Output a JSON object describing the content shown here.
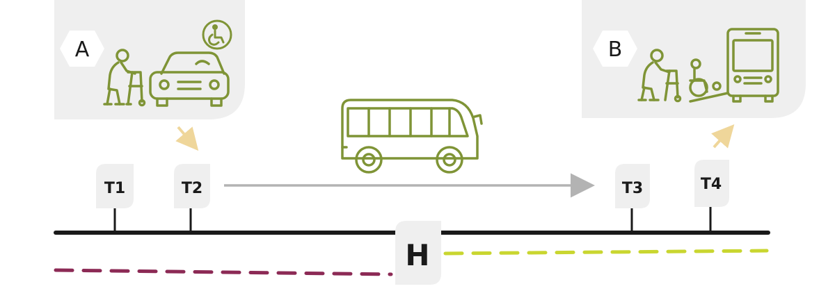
{
  "colors": {
    "background": "#ffffff",
    "panel": "#efefef",
    "icon_green": "#7f9436",
    "arrow_beige": "#efd69a",
    "arrow_grey": "#b3b3b3",
    "axis_black": "#1a1a1a",
    "dash_maroon": "#8c2a55",
    "dash_lime": "#c9d630"
  },
  "origin": {
    "badge": "A",
    "icons": [
      "elderly-walker-icon",
      "car-icon",
      "wheelchair-accessible-icon"
    ]
  },
  "destination": {
    "badge": "B",
    "icons": [
      "elderly-walker-icon",
      "wheelchair-ramp-icon",
      "bus-front-icon"
    ]
  },
  "vehicle_icon": "bus-side-icon",
  "stops": [
    {
      "label": "T1"
    },
    {
      "label": "T2"
    },
    {
      "label": "T3"
    },
    {
      "label": "T4"
    }
  ],
  "hub": {
    "label": "H"
  }
}
